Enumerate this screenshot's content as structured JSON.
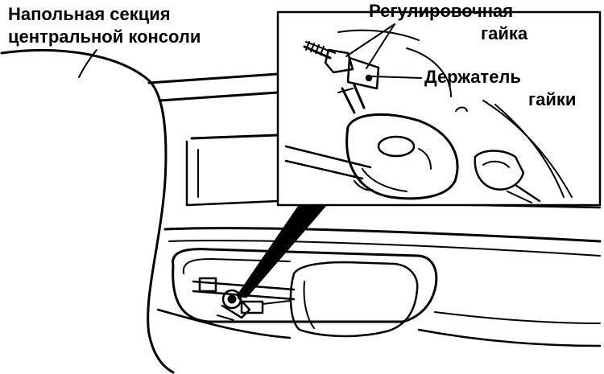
{
  "labels": {
    "console_line1": "Напольная секция",
    "console_line2": "центральной консоли",
    "adjust_nut_line1": "Регулировочная",
    "adjust_nut_line2": "гайка",
    "nut_holder_line1": "Держатель",
    "nut_holder_line2": "гайки"
  },
  "colors": {
    "ink": "#000000",
    "paper": "#ffffff"
  }
}
